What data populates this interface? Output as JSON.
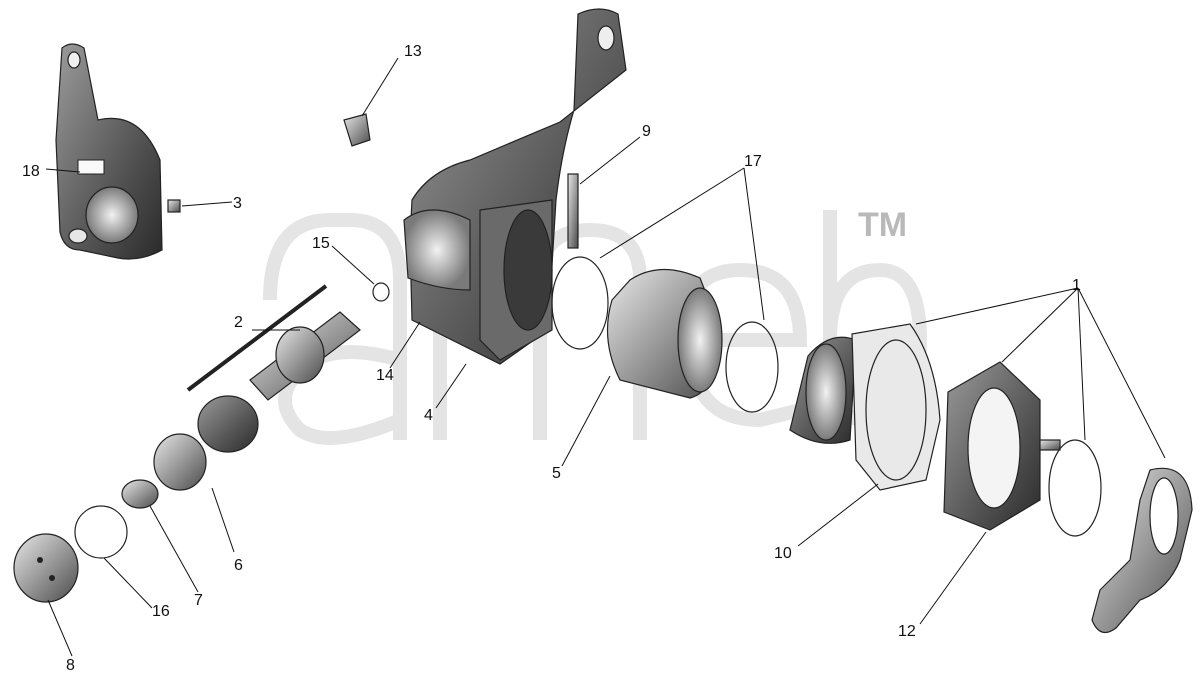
{
  "diagram": {
    "watermark": "TM",
    "callouts": [
      "1",
      "2",
      "3",
      "4",
      "5",
      "6",
      "7",
      "8",
      "9",
      "10",
      "12",
      "13",
      "14",
      "15",
      "16",
      "17",
      "18"
    ]
  },
  "colors": {
    "part_dark": "#3c3c3c",
    "part_mid": "#8a8a8a",
    "part_light": "#d6d6d6",
    "watermark": "#c8c8c8"
  }
}
